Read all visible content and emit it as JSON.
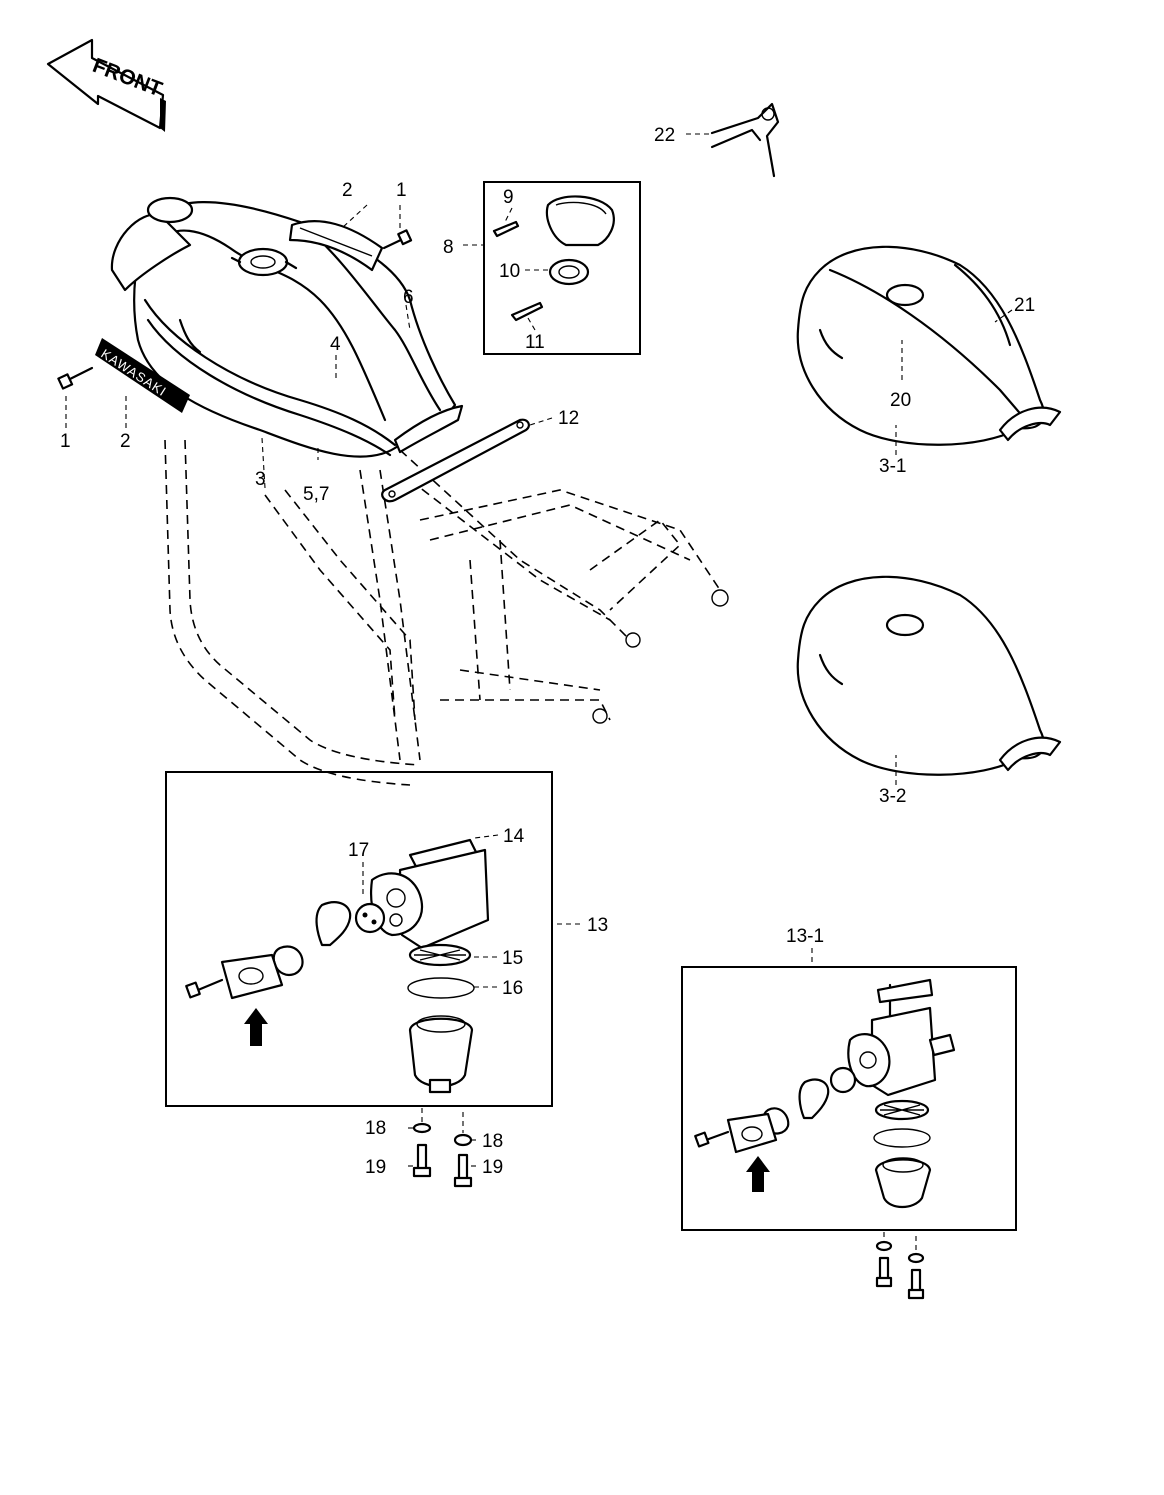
{
  "front_arrow": {
    "text": "FRONT"
  },
  "decal_text": "KAWASAKI",
  "labels": {
    "l1a": "1",
    "l1b": "1",
    "l2a": "2",
    "l2b": "2",
    "l3": "3",
    "l3_1": "3-1",
    "l3_2": "3-2",
    "l4": "4",
    "l57": "5,7",
    "l6": "6",
    "l8": "8",
    "l9": "9",
    "l10": "10",
    "l11": "11",
    "l12": "12",
    "l13": "13",
    "l13_1": "13-1",
    "l14": "14",
    "l15": "15",
    "l16": "16",
    "l17": "17",
    "l18a": "18",
    "l18b": "18",
    "l19a": "19",
    "l19b": "19",
    "l20": "20",
    "l21": "21",
    "l22": "22"
  }
}
